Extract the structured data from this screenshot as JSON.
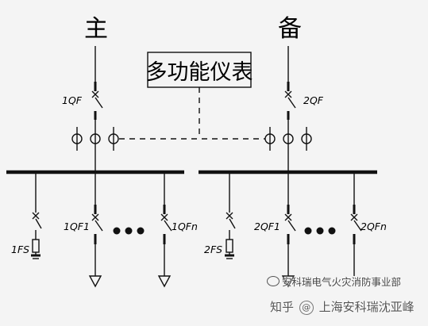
{
  "labels": {
    "main_source": "主",
    "backup_source": "备",
    "meter_box": "多功能仪表",
    "main_breaker": "1QF",
    "backup_breaker": "2QF",
    "left_feeder_first": "1QF1",
    "left_feeder_last": "1QFn",
    "right_feeder_first": "2QF1",
    "right_feeder_last": "2QFn",
    "left_surge": "1FS",
    "right_surge": "2FS"
  },
  "watermark": {
    "account": "安科瑞电气火灾消防事业部",
    "site": "知乎",
    "author": "上海安科瑞沈亚峰"
  }
}
